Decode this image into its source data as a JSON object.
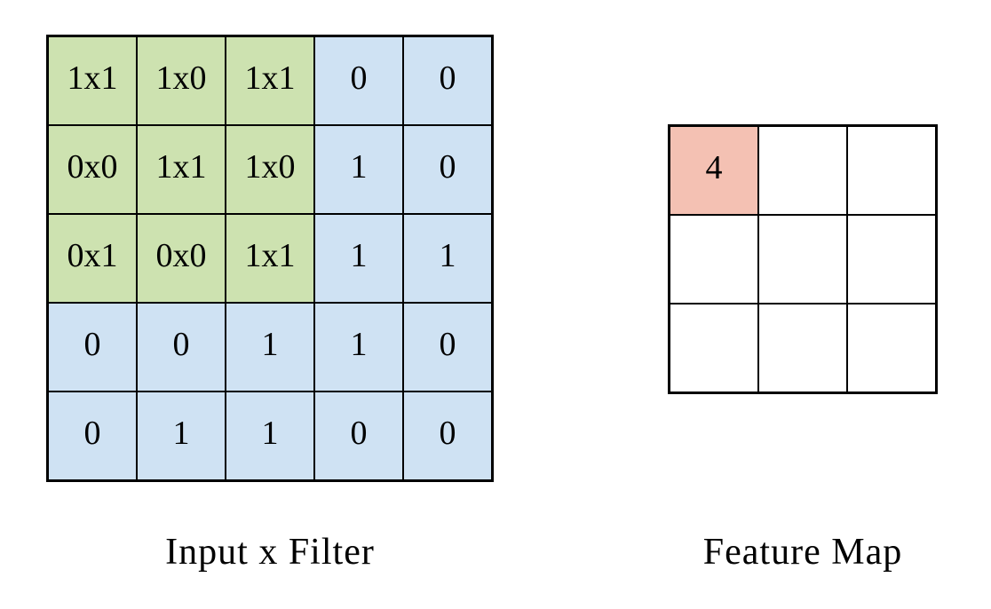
{
  "diagram": {
    "input_grid": {
      "rows": [
        [
          "1x1",
          "1x0",
          "1x1",
          "0",
          "0"
        ],
        [
          "0x0",
          "1x1",
          "1x0",
          "1",
          "0"
        ],
        [
          "0x1",
          "0x0",
          "1x1",
          "1",
          "1"
        ],
        [
          "0",
          "0",
          "1",
          "1",
          "0"
        ],
        [
          "0",
          "1",
          "1",
          "0",
          "0"
        ]
      ],
      "highlighted_region": "filter overlap, top-left 3x3 cells shaded green"
    },
    "feature_map": {
      "rows": [
        [
          "4",
          "",
          ""
        ],
        [
          "",
          "",
          ""
        ],
        [
          "",
          "",
          ""
        ]
      ],
      "highlighted_cell": "row 0 col 0 shaded pink, value 4"
    },
    "labels": {
      "input": "Input x Filter",
      "feature": "Feature Map"
    },
    "colors": {
      "filter_green": "#cde2b0",
      "input_blue": "#cfe2f3",
      "feature_pink": "#f4c1b3",
      "grid_line": "#000000",
      "text": "#000000",
      "background": "#ffffff"
    }
  }
}
